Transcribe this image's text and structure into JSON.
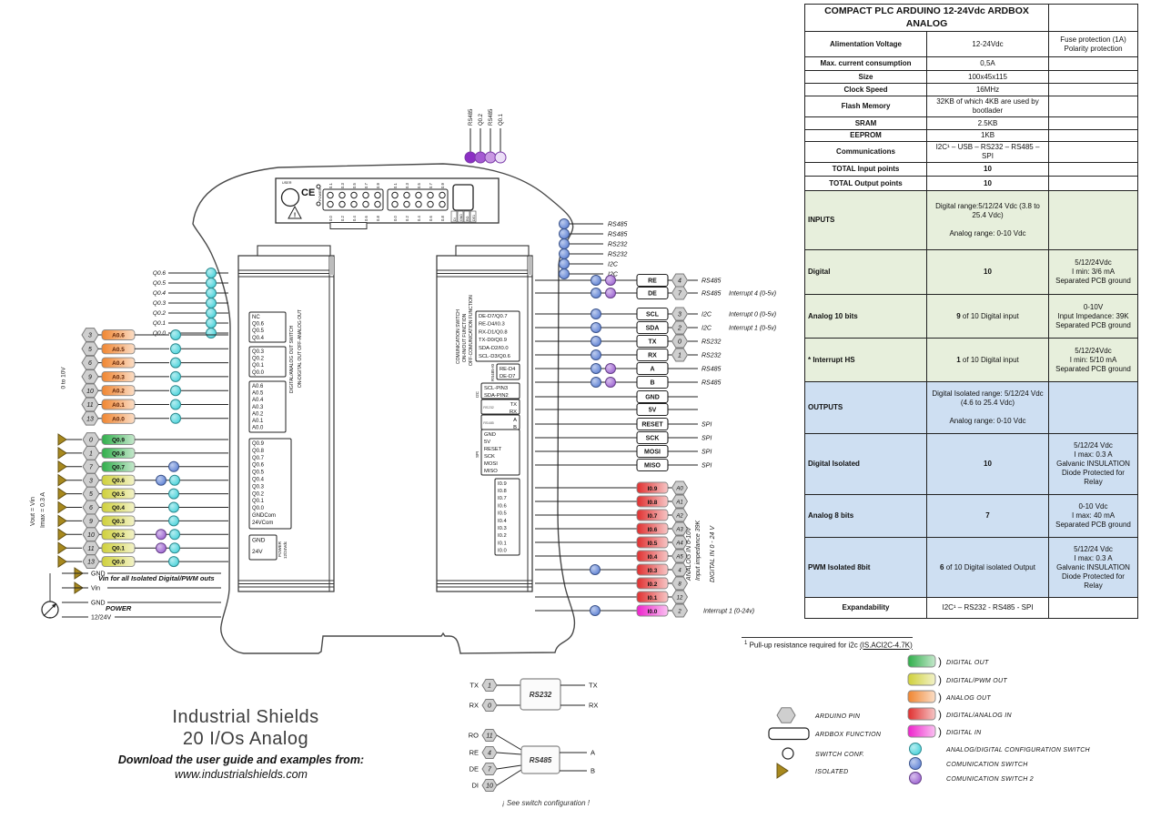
{
  "doc": {
    "brand_line1": "Industrial Shields",
    "brand_line2": "20 I/Os Analog",
    "brand_line3": "Download the user guide and examples from:",
    "brand_line4": "www.industrialshields.com"
  },
  "colors": {
    "cyan": "#45d2da",
    "blue": "#5b7fd4",
    "purple": "#9a5fd0",
    "green": "#2fae4a",
    "yellow": "#cfd03a",
    "orange": "#f08530",
    "red": "#e03030",
    "magenta": "#ee22cc",
    "isolated": "#a8891e",
    "table_green": "#e7efdc",
    "table_blue": "#cedff2",
    "top_purples": [
      "#8c2fc4",
      "#a55ad2",
      "#c897e2",
      "#ecdff7"
    ]
  },
  "spec_table": {
    "title": "COMPACT PLC ARDUINO 12-24Vdc ARDBOX ANALOG",
    "rows": [
      {
        "c1": "Alimentation Voltage",
        "c2": "12-24Vdc",
        "c3": "Fuse protection (1A)\nPolarity protection",
        "h": 28,
        "bg": "w"
      },
      {
        "c1": "Max. current consumption",
        "c2": "0,5A",
        "c3": "",
        "h": 15,
        "bg": "w"
      },
      {
        "c1": "Size",
        "c2": "100x45x115",
        "c3": "",
        "h": 14,
        "bg": "w"
      },
      {
        "c1": "Clock Speed",
        "c2": "16MHz",
        "c3": "",
        "h": 14,
        "bg": "w"
      },
      {
        "c1": "Flash Memory",
        "c2": "32KB of which 4KB are used by bootlader",
        "c3": "",
        "h": 20,
        "bg": "w"
      },
      {
        "c1": "SRAM",
        "c2": "2.5KB",
        "c3": "",
        "h": 14,
        "bg": "w"
      },
      {
        "c1": "EEPROM",
        "c2": "1KB",
        "c3": "",
        "h": 12,
        "bg": "w"
      },
      {
        "c1": "Communications",
        "c2": "I2C¹ – USB – RS232 –  RS485 – SPI",
        "c3": "",
        "h": 21,
        "bg": "w"
      },
      {
        "c1": "TOTAL Input points",
        "c2": "10",
        "c3": "",
        "h": 15,
        "bg": "w",
        "b2": true
      },
      {
        "c1": "TOTAL Output points",
        "c2": "10",
        "c3": "",
        "h": 16,
        "bg": "w",
        "b2": true
      },
      {
        "c1": "INPUTS",
        "c2": "Digital range:5/12/24 Vdc (3.8 to 25.4 Vdc)\n\nAnalog range: 0-10 Vdc",
        "c3": "",
        "h": 65,
        "bg": "g"
      },
      {
        "c1": "Digital",
        "c2": "10",
        "c3": "5/12/24Vdc\nI min: 3/6 mA\nSeparated PCB ground",
        "h": 49,
        "bg": "g",
        "b2": true
      },
      {
        "c1": "Analog 10 bits",
        "c2": "9 of 10 Digital input",
        "c3": "0-10V\nInput Impedance: 39K\nSeparated PCB ground",
        "h": 48,
        "bg": "g",
        "b2": true
      },
      {
        "c1": "* Interrupt HS",
        "c2": "1 of 10 Digital input",
        "c3": "5/12/24Vdc\nI min: 5/10 mA\nSeparated PCB ground",
        "h": 48,
        "bg": "g",
        "b2": true
      },
      {
        "c1": "OUTPUTS",
        "c2": "Digital Isolated range: 5/12/24 Vdc (4.6 to 25.4 Vdc)\n\nAnalog range: 0-10 Vdc",
        "c3": "",
        "h": 57,
        "bg": "b"
      },
      {
        "c1": "Digital Isolated",
        "c2": "10",
        "c3": "5/12/24 Vdc\nI max: 0.3 A\nGalvanic INSULATION\nDiode Protected for Relay",
        "h": 67,
        "bg": "b",
        "b2": true
      },
      {
        "c1": "Analog 8 bits",
        "c2": "7",
        "c3": "0-10 Vdc\nI max: 40 mA\nSeparated PCB ground",
        "h": 47,
        "bg": "b",
        "b2": true
      },
      {
        "c1": "PWM Isolated 8bit",
        "c2": "6 of 10 Digital isolated Output",
        "c3": "5/12/24 Vdc\nI max: 0.3 A\nGalvanic INSULATION\nDiode Protected for Relay",
        "h": 66,
        "bg": "b",
        "b2": true
      },
      {
        "c1": "Expandability",
        "c2": "I2C¹ – RS232 - RS485 - SPI",
        "c3": "",
        "h": 23,
        "bg": "w"
      }
    ]
  },
  "footnote": {
    "sup": "1",
    "text": "Pull-up resistance required for i2c ",
    "link": "(IS.ACI2C-4.7K)"
  },
  "top_pins": [
    "RS485",
    "Q0.2",
    "RS485",
    "Q0.1"
  ],
  "left": {
    "q_top": [
      "Q0.6",
      "Q0.5",
      "Q0.4",
      "Q0.3",
      "Q0.2",
      "Q0.1",
      "Q0.0"
    ],
    "range_label": "0 to 10V",
    "analog_out": [
      {
        "pin": "3",
        "label": "A0.6"
      },
      {
        "pin": "5",
        "label": "A0.5"
      },
      {
        "pin": "6",
        "label": "A0.4"
      },
      {
        "pin": "9",
        "label": "A0.3"
      },
      {
        "pin": "10",
        "label": "A0.2"
      },
      {
        "pin": "11",
        "label": "A0.1"
      },
      {
        "pin": "13",
        "label": "A0.0"
      }
    ],
    "vout_label": "Vout = Vin",
    "imax_label": "Imax = 0.3 A",
    "digital_out": [
      {
        "pin": "0",
        "label": "Q0.9",
        "color": "green",
        "sw": []
      },
      {
        "pin": "1",
        "label": "Q0.8",
        "color": "green",
        "sw": []
      },
      {
        "pin": "7",
        "label": "Q0.7",
        "color": "green",
        "sw": [
          "blue"
        ]
      },
      {
        "pin": "3",
        "label": "Q0.6",
        "color": "yellow",
        "sw": [
          "blue",
          "cyan"
        ]
      },
      {
        "pin": "5",
        "label": "Q0.5",
        "color": "yellow",
        "sw": [
          "cyan"
        ]
      },
      {
        "pin": "6",
        "label": "Q0.4",
        "color": "yellow",
        "sw": [
          "cyan"
        ]
      },
      {
        "pin": "9",
        "label": "Q0.3",
        "color": "yellow",
        "sw": [
          "cyan"
        ]
      },
      {
        "pin": "10",
        "label": "Q0.2",
        "color": "yellow",
        "sw": [
          "purple",
          "cyan"
        ]
      },
      {
        "pin": "11",
        "label": "Q0.1",
        "color": "yellow",
        "sw": [
          "purple",
          "cyan"
        ]
      },
      {
        "pin": "13",
        "label": "Q0.0",
        "color": "yellow",
        "sw": [
          "cyan"
        ]
      }
    ],
    "power_rows": [
      {
        "label": "GND",
        "symbol": "triangle"
      },
      {
        "label": "Vin",
        "symbol": "triangle"
      },
      {
        "label": "GND",
        "symbol": "source"
      },
      {
        "label": "12/24V",
        "symbol": "source"
      }
    ],
    "vin_note": "Vin for all Isolated Digital/PWM outs",
    "power_note": "POWER"
  },
  "right": {
    "comm_top": [
      "RS485",
      "RS485",
      "RS232",
      "RS232",
      "I2C",
      "I2C"
    ],
    "comm_rows": [
      {
        "l": "RE",
        "p": "4",
        "bus": "RS485",
        "sw": [
          "blue",
          "purple"
        ],
        "note": ""
      },
      {
        "l": "DE",
        "p": "7",
        "bus": "RS485",
        "sw": [
          "blue",
          "purple"
        ],
        "note": "Interrupt 4 (0-5v)"
      },
      {
        "l": "SCL",
        "p": "3",
        "bus": "I2C",
        "sw": [
          "blue"
        ],
        "note": "Interrupt 0 (0-5v)"
      },
      {
        "l": "SDA",
        "p": "2",
        "bus": "I2C",
        "sw": [
          "blue"
        ],
        "note": "Interrupt 1 (0-5v)"
      },
      {
        "l": "TX",
        "p": "0",
        "bus": "RS232",
        "sw": [
          "blue"
        ],
        "note": ""
      },
      {
        "l": "RX",
        "p": "1",
        "bus": "RS232",
        "sw": [
          "blue"
        ],
        "note": ""
      },
      {
        "l": "A",
        "p": null,
        "bus": "RS485",
        "sw": [
          "blue",
          "purple"
        ],
        "note": ""
      },
      {
        "l": "B",
        "p": null,
        "bus": "RS485",
        "sw": [
          "blue",
          "purple"
        ],
        "note": ""
      },
      {
        "l": "GND",
        "p": null,
        "bus": "",
        "sw": [],
        "note": ""
      },
      {
        "l": "5V",
        "p": null,
        "bus": "",
        "sw": [],
        "note": ""
      },
      {
        "l": "RESET",
        "p": null,
        "bus": "SPI",
        "sw": [],
        "note": ""
      },
      {
        "l": "SCK",
        "p": null,
        "bus": "SPI",
        "sw": [],
        "note": ""
      },
      {
        "l": "MOSI",
        "p": null,
        "bus": "SPI",
        "sw": [],
        "note": ""
      },
      {
        "l": "MISO",
        "p": null,
        "bus": "SPI",
        "sw": [],
        "note": ""
      }
    ],
    "inputs": [
      {
        "l": "I0.9",
        "p": "A0",
        "color": "red",
        "sw": [],
        "note": ""
      },
      {
        "l": "I0.8",
        "p": "A1",
        "color": "red",
        "sw": [],
        "note": ""
      },
      {
        "l": "I0.7",
        "p": "A2",
        "color": "red",
        "sw": [],
        "note": ""
      },
      {
        "l": "I0.6",
        "p": "A3",
        "color": "red",
        "sw": [],
        "note": ""
      },
      {
        "l": "I0.5",
        "p": "A4",
        "color": "red",
        "sw": [],
        "note": ""
      },
      {
        "l": "I0.4",
        "p": "A5",
        "color": "red",
        "sw": [],
        "note": ""
      },
      {
        "l": "I0.3",
        "p": "4",
        "color": "red",
        "sw": [
          "blue"
        ],
        "note": ""
      },
      {
        "l": "I0.2",
        "p": "8",
        "color": "red",
        "sw": [],
        "note": ""
      },
      {
        "l": "I0.1",
        "p": "12",
        "color": "red",
        "sw": [],
        "note": ""
      },
      {
        "l": "I0.0",
        "p": "2",
        "color": "magenta",
        "sw": [
          "blue"
        ],
        "note": "Interrupt 1 (0-24v)"
      }
    ],
    "analog_label1": "ANALOG IN 0-10V",
    "analog_label2": "Input impedance 39K",
    "digital_label": "DIGITAL IN 0 - 24 V"
  },
  "bottom": {
    "rs232": {
      "label": "RS232",
      "left": [
        {
          "l": "TX",
          "p": "1"
        },
        {
          "l": "RX",
          "p": "0"
        }
      ],
      "right": [
        "TX",
        "RX"
      ]
    },
    "rs485": {
      "label": "RS485",
      "left": [
        {
          "l": "RO",
          "p": "11"
        },
        {
          "l": "RE",
          "p": "4"
        },
        {
          "l": "DE",
          "p": "7"
        },
        {
          "l": "DI",
          "p": "10"
        }
      ],
      "right": [
        "A",
        "B"
      ]
    },
    "caption": "¡ See switch configuration !"
  },
  "legend": {
    "left_items": [
      {
        "symbol": "hexagon",
        "label": "ARDUINO PIN"
      },
      {
        "symbol": "rect",
        "label": "ARDBOX FUNCTION"
      },
      {
        "symbol": "circle",
        "label": "SWITCH CONF."
      },
      {
        "symbol": "triangle",
        "label": "ISOLATED"
      }
    ],
    "chips": [
      {
        "color": "green",
        "label": "DIGITAL OUT"
      },
      {
        "color": "yellow",
        "label": "DIGITAL/PWM OUT"
      },
      {
        "color": "orange",
        "label": "ANALOG OUT"
      },
      {
        "color": "red",
        "label": "DIGITAL/ANALOG IN"
      },
      {
        "color": "magenta",
        "label": "DIGITAL IN"
      }
    ],
    "switches": [
      {
        "color": "cyan",
        "label": "ANALOG/DIGITAL CONFIGURATION SWITCH"
      },
      {
        "color": "blue",
        "label": "COMUNICATION SWITCH"
      },
      {
        "color": "purple",
        "label": "COMUNICATION SWITCH 2"
      }
    ]
  },
  "module_left": {
    "blocks": [
      {
        "lines": [
          "NC",
          "Q0.6",
          "Q0.5",
          "Q0.4"
        ]
      },
      {
        "lines": [
          "Q0.3",
          "Q0.2",
          "Q0.1",
          "Q0.0"
        ]
      },
      {
        "lines": [
          "A0.6",
          "A0.5",
          "A0.4",
          "A0.3",
          "A0.2",
          "A0.1",
          "A0.0"
        ]
      },
      {
        "lines": [
          "Q0.9",
          "Q0.8",
          "Q0.7",
          "Q0.6",
          "Q0.5",
          "Q0.4",
          "Q0.3",
          "Q0.2",
          "Q0.1",
          "Q0.0",
          "GNDCom",
          "24VCom"
        ]
      },
      {
        "lines": [
          "GND",
          "24V"
        ]
      }
    ],
    "rot1": "DIGITAL/ANALOG OUT SWITCH",
    "rot2": "ON-DIGITAL OUT  OFF-ANALOG OUT",
    "rot3": "POWER",
    "rot4": "12/24Vdc"
  },
  "module_right": {
    "rot1": "COMUNICATION SWITCH",
    "rot2": "ON-IN/OUT FUNCTION",
    "rot3": "OFF-COMUNICATION FUNCTION",
    "b1": [
      "DE-D7/Q0.7",
      "RE-D4/I0.3",
      "RX-D1/Q0.8",
      "TX-D0/Q0.9",
      "SDA-D2/I0.0",
      "SCL-D3/Q0.6"
    ],
    "b2": [
      "RE-D4",
      "DE-D7"
    ],
    "b2side": "RS485-I0",
    "b3": [
      "SCL-PIN3",
      "SDA-PIN2"
    ],
    "b3side": "I2C",
    "b4": [
      "TX",
      "RX"
    ],
    "b4label": "RS232",
    "b5": [
      "A",
      "B"
    ],
    "b5label": "RS485",
    "b6": [
      "GND",
      "5V",
      "RESET",
      "SCK",
      "MOSI",
      "MISO"
    ],
    "b6side": "SPI",
    "b7": [
      "I0.9",
      "I0.8",
      "I0.7",
      "I0.6",
      "I0.5",
      "I0.4",
      "I0.3",
      "I0.2",
      "I0.1",
      "I0.0"
    ]
  },
  "faceplate": {
    "user": "USER",
    "ce": "CE",
    "power": "POWER",
    "top_leds": [
      "0.1",
      "0.3",
      "0.5",
      "0.7",
      "0.9"
    ],
    "bottom_leds": [
      "0.0",
      "0.2",
      "0.4",
      "0.6",
      "0.8"
    ],
    "usb_labels": [
      "DI",
      "GND",
      "RO",
      "DE1"
    ]
  }
}
